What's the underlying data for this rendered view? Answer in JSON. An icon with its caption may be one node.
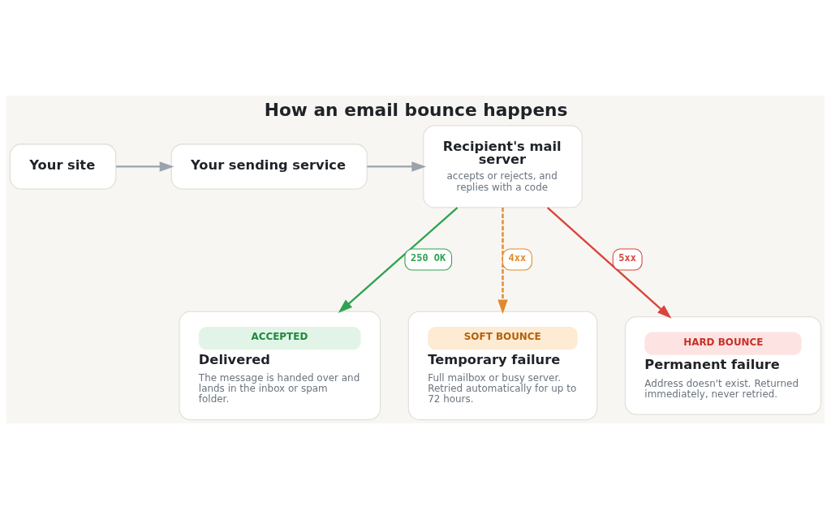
{
  "diagram": {
    "title": "How an email bounce happens",
    "nodes": [
      {
        "text": [
          "Your site"
        ]
      },
      {
        "text": [
          "Your sending service"
        ]
      },
      {
        "text": [
          "Recipient's mail server",
          "accepts or rejects, and replies with a code"
        ]
      },
      {
        "text": [
          "ACCEPTED",
          "Delivered",
          "The message is handed over and lands in the inbox or spam folder."
        ]
      },
      {
        "text": [
          "SOFT BOUNCE",
          "Temporary failure",
          "Full mailbox or busy server. Retried automatically for up to 72 hours."
        ]
      },
      {
        "text": [
          "HARD BOUNCE",
          "Permanent failure",
          "Address doesn't exist. Returned immediately, never retried."
        ]
      }
    ],
    "edges": [
      {
        "from": 0,
        "to": 1,
        "arrow": "to"
      },
      {
        "from": 1,
        "to": 2,
        "arrow": "to"
      },
      {
        "from": 2,
        "to": 3,
        "arrow": "to",
        "label": "250 OK",
        "color": "#2ea44f"
      },
      {
        "from": 2,
        "to": 4,
        "arrow": "to",
        "label": "4xx",
        "style": "dashed",
        "color": "#e08a2c"
      },
      {
        "from": 2,
        "to": 5,
        "arrow": "to",
        "label": "5xx",
        "color": "#d9453b"
      }
    ]
  }
}
